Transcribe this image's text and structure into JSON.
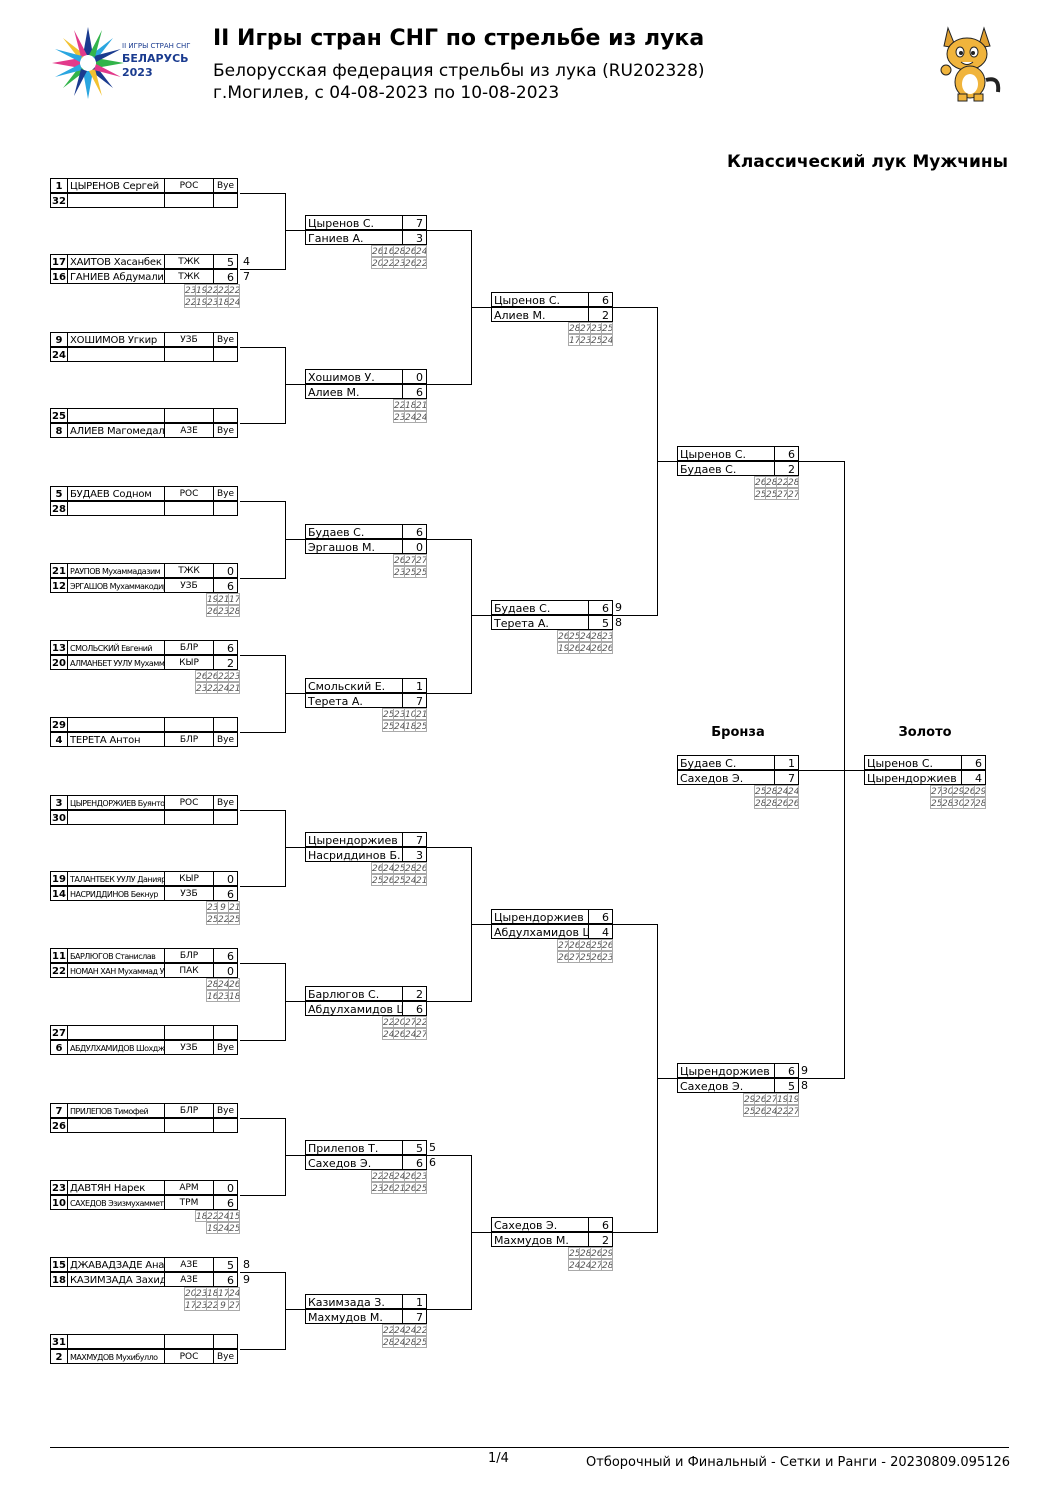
{
  "header": {
    "title": "II Игры стран СНГ по стрельбе из лука",
    "subtitle": "Белорусская федерация стрельбы из лука (RU202328)",
    "location": "г.Могилев, с 04-08-2023 по 10-08-2023",
    "logo_text": [
      "II ИГРЫ СТРАН СНГ",
      "БЕЛАРУСЬ",
      "2023"
    ],
    "logo_colors": [
      "#1a3b8f",
      "#2aa6e0",
      "#e23a8b",
      "#32b44a",
      "#f2c230"
    ]
  },
  "section_title": "Классический лук Мужчины",
  "labels": {
    "bronze": "Бронза",
    "gold": "Золото"
  },
  "round1": [
    {
      "top": {
        "seed": "1",
        "name": "ЦЫРЕНОВ Сергей",
        "country": "РОС",
        "score": "Bye"
      },
      "bottom": {
        "seed": "32",
        "name": "",
        "country": "",
        "score": ""
      }
    },
    {
      "top": {
        "seed": "17",
        "name": "ХАИТОВ Хасанбек",
        "country": "ТЖК",
        "score": "5",
        "so": "4"
      },
      "bottom": {
        "seed": "16",
        "name": "ГАНИЕВ Абдумалик",
        "country": "ТЖК",
        "score": "6",
        "so": "7"
      },
      "ends": [
        [
          "23",
          "19",
          "22",
          "22",
          "22"
        ],
        [
          "22",
          "19",
          "23",
          "18",
          "24"
        ]
      ]
    },
    {
      "top": {
        "seed": "9",
        "name": "ХОШИМОВ Угкир",
        "country": "УЗБ",
        "score": "Bye"
      },
      "bottom": {
        "seed": "24",
        "name": "",
        "country": "",
        "score": ""
      }
    },
    {
      "top": {
        "seed": "25",
        "name": "",
        "country": "",
        "score": ""
      },
      "bottom": {
        "seed": "8",
        "name": "АЛИЕВ Магомедали",
        "country": "АЗЕ",
        "score": "Bye"
      }
    },
    {
      "top": {
        "seed": "5",
        "name": "БУДАЕВ Содном",
        "country": "РОС",
        "score": "Bye"
      },
      "bottom": {
        "seed": "28",
        "name": "",
        "country": "",
        "score": ""
      }
    },
    {
      "top": {
        "seed": "21",
        "name": "РАУПОВ Мухаммадазим",
        "country": "ТЖК",
        "score": "0",
        "small": true
      },
      "bottom": {
        "seed": "12",
        "name": "ЭРГАШОВ Мухаммакодир",
        "country": "УЗБ",
        "score": "6",
        "small": true
      },
      "ends": [
        [
          "19",
          "21",
          "17"
        ],
        [
          "26",
          "23",
          "28"
        ]
      ]
    },
    {
      "top": {
        "seed": "13",
        "name": "СМОЛЬСКИЙ Евгений",
        "country": "БЛР",
        "score": "6",
        "small": true
      },
      "bottom": {
        "seed": "20",
        "name": "АЛМАНБЕТ УУЛУ Мухаммед-Ислам",
        "country": "КЫР",
        "score": "2",
        "small": true
      },
      "ends": [
        [
          "26",
          "26",
          "22",
          "23"
        ],
        [
          "23",
          "22",
          "24",
          "21"
        ]
      ]
    },
    {
      "top": {
        "seed": "29",
        "name": "",
        "country": "",
        "score": ""
      },
      "bottom": {
        "seed": "4",
        "name": "ТЕРЕТА Антон",
        "country": "БЛР",
        "score": "Bye"
      }
    },
    {
      "top": {
        "seed": "3",
        "name": "ЦЫРЕНДОРЖИЕВ Буянто",
        "country": "РОС",
        "score": "Bye",
        "small": true
      },
      "bottom": {
        "seed": "30",
        "name": "",
        "country": "",
        "score": ""
      }
    },
    {
      "top": {
        "seed": "19",
        "name": "ТАЛАНТБЕК УУЛУ Данияр",
        "country": "КЫР",
        "score": "0",
        "small": true
      },
      "bottom": {
        "seed": "14",
        "name": "НАСРИДДИНОВ Бекнур",
        "country": "УЗБ",
        "score": "6",
        "small": true
      },
      "ends": [
        [
          "23",
          "9",
          "21"
        ],
        [
          "25",
          "22",
          "25"
        ]
      ]
    },
    {
      "top": {
        "seed": "11",
        "name": "БАРЛЮГОВ Станислав",
        "country": "БЛР",
        "score": "6",
        "small": true
      },
      "bottom": {
        "seed": "22",
        "name": "НОМАН ХАН Мухаммад Усама Бин",
        "country": "ПАК",
        "score": "0",
        "small": true
      },
      "ends": [
        [
          "28",
          "24",
          "26"
        ],
        [
          "16",
          "23",
          "18"
        ]
      ]
    },
    {
      "top": {
        "seed": "27",
        "name": "",
        "country": "",
        "score": ""
      },
      "bottom": {
        "seed": "6",
        "name": "АБДУЛХАМИДОВ Шохджахон",
        "country": "УЗБ",
        "score": "Bye",
        "small": true
      }
    },
    {
      "top": {
        "seed": "7",
        "name": "ПРИЛЕПОВ Тимофей",
        "country": "БЛР",
        "score": "Bye",
        "small": true
      },
      "bottom": {
        "seed": "26",
        "name": "",
        "country": "",
        "score": ""
      }
    },
    {
      "top": {
        "seed": "23",
        "name": "ДАВТЯН Нарек",
        "country": "АРМ",
        "score": "0"
      },
      "bottom": {
        "seed": "10",
        "name": "САХЕДОВ Эзизмухаммет",
        "country": "ТРМ",
        "score": "6",
        "small": true
      },
      "ends": [
        [
          "18",
          "22",
          "24",
          "15"
        ],
        [
          "19",
          "24",
          "25"
        ]
      ]
    },
    {
      "top": {
        "seed": "15",
        "name": "ДЖАВАДЗАДЕ Анар",
        "country": "АЗЕ",
        "score": "5",
        "so": "8"
      },
      "bottom": {
        "seed": "18",
        "name": "КАЗИМЗАДА Захид",
        "country": "АЗЕ",
        "score": "6",
        "so": "9"
      },
      "ends": [
        [
          "20",
          "23",
          "18",
          "17",
          "24"
        ],
        [
          "17",
          "23",
          "22",
          "9",
          "27"
        ]
      ]
    },
    {
      "top": {
        "seed": "31",
        "name": "",
        "country": "",
        "score": ""
      },
      "bottom": {
        "seed": "2",
        "name": "МАХМУДОВ Мухибулло",
        "country": "РОС",
        "score": "Bye",
        "small": true
      }
    }
  ],
  "round2": [
    {
      "a": {
        "name": "Цыренов С.",
        "score": "7"
      },
      "b": {
        "name": "Ганиев А.",
        "score": "3"
      },
      "ends": [
        [
          "26",
          "16",
          "28",
          "26",
          "24"
        ],
        [
          "20",
          "22",
          "23",
          "26",
          "22"
        ]
      ]
    },
    {
      "a": {
        "name": "Хошимов У.",
        "score": "0"
      },
      "b": {
        "name": "Алиев М.",
        "score": "6"
      },
      "ends": [
        [
          "22",
          "18",
          "21"
        ],
        [
          "23",
          "24",
          "24"
        ]
      ]
    },
    {
      "a": {
        "name": "Будаев С.",
        "score": "6"
      },
      "b": {
        "name": "Эргашов М.",
        "score": "0"
      },
      "ends": [
        [
          "26",
          "27",
          "27"
        ],
        [
          "23",
          "25",
          "25"
        ]
      ]
    },
    {
      "a": {
        "name": "Смольский Е.",
        "score": "1"
      },
      "b": {
        "name": "Терета А.",
        "score": "7"
      },
      "ends": [
        [
          "25",
          "23",
          "10",
          "21"
        ],
        [
          "25",
          "24",
          "18",
          "25"
        ]
      ]
    },
    {
      "a": {
        "name": "Цырендоржиев Б.",
        "score": "7"
      },
      "b": {
        "name": "Насриддинов Б.",
        "score": "3"
      },
      "ends": [
        [
          "26",
          "24",
          "25",
          "28",
          "26"
        ],
        [
          "25",
          "26",
          "25",
          "24",
          "21"
        ]
      ]
    },
    {
      "a": {
        "name": "Барлюгов С.",
        "score": "2"
      },
      "b": {
        "name": "Абдулхамидов Ш.",
        "score": "6"
      },
      "ends": [
        [
          "22",
          "20",
          "27",
          "22"
        ],
        [
          "24",
          "26",
          "24",
          "27"
        ]
      ]
    },
    {
      "a": {
        "name": "Прилепов Т.",
        "score": "5",
        "so": "5"
      },
      "b": {
        "name": "Сахедов Э.",
        "score": "6",
        "so": "6"
      },
      "ends": [
        [
          "22",
          "28",
          "24",
          "26",
          "23"
        ],
        [
          "23",
          "26",
          "21",
          "26",
          "25"
        ]
      ]
    },
    {
      "a": {
        "name": "Казимзада З.",
        "score": "1"
      },
      "b": {
        "name": "Махмудов М.",
        "score": "7"
      },
      "ends": [
        [
          "22",
          "24",
          "24",
          "22"
        ],
        [
          "28",
          "24",
          "28",
          "25"
        ]
      ]
    }
  ],
  "round3": [
    {
      "a": {
        "name": "Цыренов С.",
        "score": "6"
      },
      "b": {
        "name": "Алиев М.",
        "score": "2"
      },
      "ends": [
        [
          "28",
          "27",
          "23",
          "25"
        ],
        [
          "17",
          "23",
          "25",
          "24"
        ]
      ]
    },
    {
      "a": {
        "name": "Будаев С.",
        "score": "6",
        "so": "9"
      },
      "b": {
        "name": "Терета А.",
        "score": "5",
        "so": "8"
      },
      "ends": [
        [
          "26",
          "25",
          "24",
          "28",
          "23"
        ],
        [
          "19",
          "26",
          "24",
          "26",
          "26"
        ]
      ]
    },
    {
      "a": {
        "name": "Цырендоржиев Б.",
        "score": "6"
      },
      "b": {
        "name": "Абдулхамидов Ш.",
        "score": "4"
      },
      "ends": [
        [
          "27",
          "26",
          "28",
          "25",
          "26"
        ],
        [
          "26",
          "27",
          "25",
          "26",
          "23"
        ]
      ]
    },
    {
      "a": {
        "name": "Сахедов Э.",
        "score": "6"
      },
      "b": {
        "name": "Махмудов М.",
        "score": "2"
      },
      "ends": [
        [
          "25",
          "28",
          "26",
          "29"
        ],
        [
          "24",
          "24",
          "27",
          "28"
        ]
      ]
    }
  ],
  "semis": [
    {
      "a": {
        "name": "Цыренов С.",
        "score": "6"
      },
      "b": {
        "name": "Будаев С.",
        "score": "2"
      },
      "ends": [
        [
          "26",
          "28",
          "22",
          "28"
        ],
        [
          "25",
          "25",
          "27",
          "27"
        ]
      ]
    },
    {
      "a": {
        "name": "Цырендоржиев Б.",
        "score": "6",
        "so": "9"
      },
      "b": {
        "name": "Сахедов Э.",
        "score": "5",
        "so": "8"
      },
      "ends": [
        [
          "29",
          "26",
          "27",
          "19",
          "19"
        ],
        [
          "25",
          "26",
          "24",
          "22",
          "27"
        ]
      ]
    }
  ],
  "bronze": {
    "a": {
      "name": "Будаев С.",
      "score": "1"
    },
    "b": {
      "name": "Сахедов Э.",
      "score": "7"
    },
    "ends": [
      [
        "25",
        "28",
        "24",
        "24"
      ],
      [
        "28",
        "28",
        "26",
        "26"
      ]
    ]
  },
  "gold": {
    "a": {
      "name": "Цыренов С.",
      "score": "6"
    },
    "b": {
      "name": "Цырендоржиев Б.",
      "score": "4"
    },
    "ends": [
      [
        "27",
        "30",
        "29",
        "26",
        "29"
      ],
      [
        "25",
        "28",
        "30",
        "27",
        "28"
      ]
    ]
  },
  "footer": {
    "page": "1/4",
    "text": "Отборочный и Финальный - Сетки и Ранги - 20230809.095126"
  }
}
